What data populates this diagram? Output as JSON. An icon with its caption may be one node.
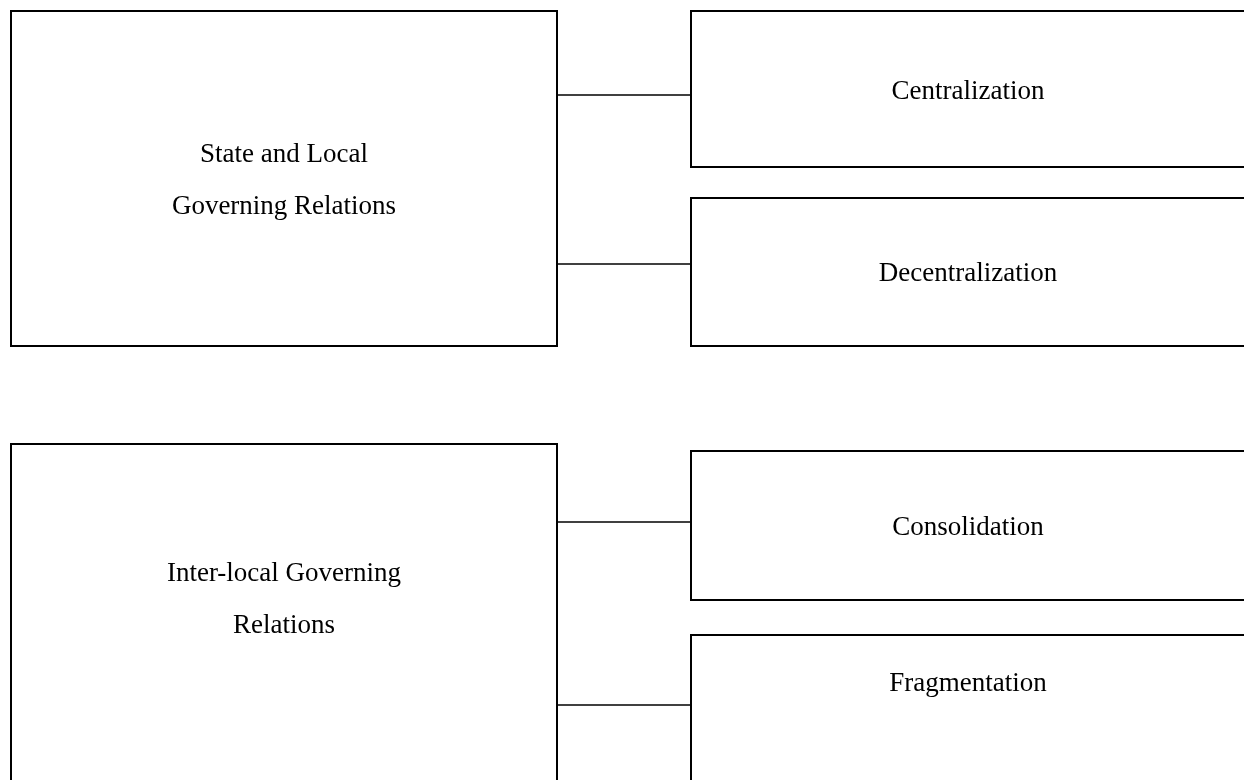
{
  "diagram": {
    "nodes": [
      {
        "text": [
          "State and Local Governing Relations"
        ]
      },
      {
        "text": [
          "Centralization"
        ]
      },
      {
        "text": [
          "Decentralization"
        ]
      },
      {
        "text": [
          "Inter-local Governing Relations"
        ]
      },
      {
        "text": [
          "Consolidation"
        ]
      },
      {
        "text": [
          "Fragmentation"
        ]
      }
    ],
    "edges": [
      {
        "from": 0,
        "to": 1,
        "arrow": "none"
      },
      {
        "from": 0,
        "to": 2,
        "arrow": "none"
      },
      {
        "from": 3,
        "to": 4,
        "arrow": "none"
      },
      {
        "from": 3,
        "to": 5,
        "arrow": "none"
      }
    ]
  }
}
